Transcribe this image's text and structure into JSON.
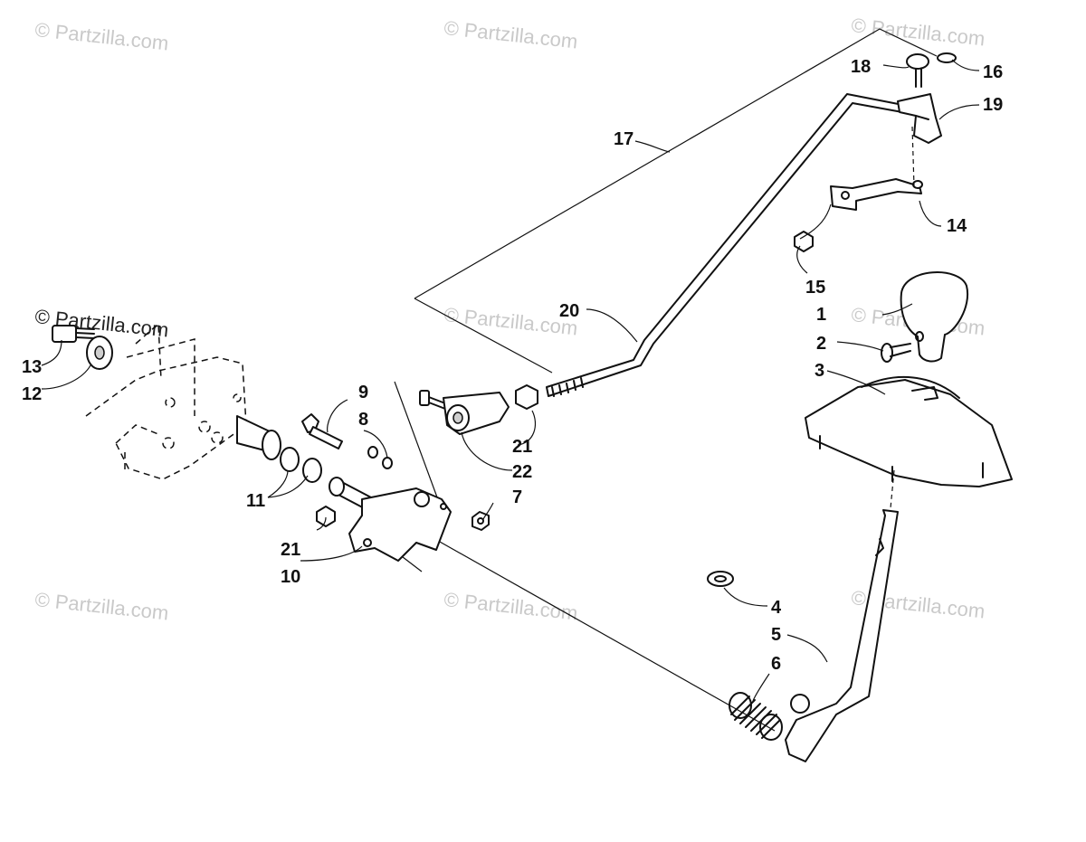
{
  "watermark": "© Partzilla.com",
  "callouts": {
    "p1": "1",
    "p2": "2",
    "p3": "3",
    "p4": "4",
    "p5": "5",
    "p6": "6",
    "p7": "7",
    "p8": "8",
    "p9": "9",
    "p10": "10",
    "p11": "11",
    "p12": "12",
    "p13": "13",
    "p14": "14",
    "p15": "15",
    "p16": "16",
    "p17": "17",
    "p18": "18",
    "p19": "19",
    "p20": "20",
    "p21a": "21",
    "p21b": "21",
    "p22": "22"
  }
}
